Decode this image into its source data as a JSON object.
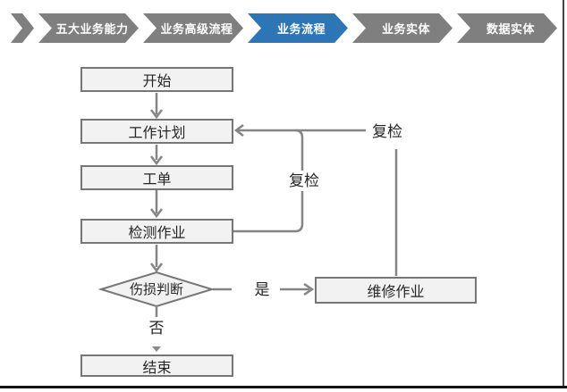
{
  "nav": {
    "items": [
      {
        "label": "五大业务能力",
        "active": false
      },
      {
        "label": "业务高级流程",
        "active": false
      },
      {
        "label": "业务流程",
        "active": true
      },
      {
        "label": "业务实体",
        "active": false
      },
      {
        "label": "数据实体",
        "active": false
      }
    ]
  },
  "flowchart": {
    "nodes": {
      "start": {
        "label": "开始"
      },
      "plan": {
        "label": "工作计划"
      },
      "order": {
        "label": "工单"
      },
      "inspect": {
        "label": "检测作业"
      },
      "decision": {
        "label": "伤损判断"
      },
      "repair": {
        "label": "维修作业"
      },
      "end": {
        "label": "结束"
      }
    },
    "labels": {
      "yes": "是",
      "no": "否",
      "recheck_from_inspect": "复检",
      "recheck_from_repair": "复检"
    },
    "edges": [
      {
        "from": "start",
        "to": "plan"
      },
      {
        "from": "plan",
        "to": "order"
      },
      {
        "from": "order",
        "to": "inspect"
      },
      {
        "from": "inspect",
        "to": "decision"
      },
      {
        "from": "decision",
        "to": "repair",
        "label": "是"
      },
      {
        "from": "decision",
        "to": "end",
        "label": "否"
      },
      {
        "from": "inspect",
        "to": "plan",
        "label": "复检"
      },
      {
        "from": "repair",
        "to": "plan",
        "label": "复检"
      }
    ]
  },
  "colors": {
    "nav_gray": "#7f7f7f",
    "active_blue": "#2e75b6",
    "line_gray": "#858585",
    "node_fill": "#f2f2f2",
    "node_border": "#767676"
  }
}
